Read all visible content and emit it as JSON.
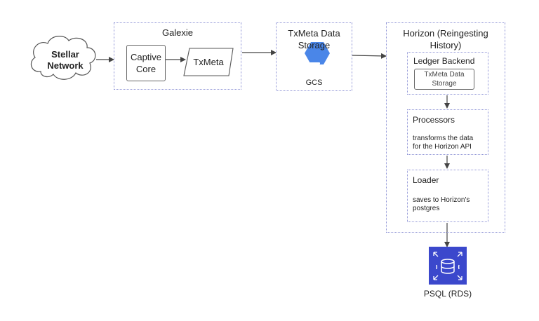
{
  "nodes": {
    "stellar_network": {
      "line1": "Stellar",
      "line2": "Network"
    },
    "galexie": {
      "title": "Galexie",
      "captive_core": {
        "line1": "Captive",
        "line2": "Core"
      },
      "txmeta": "TxMeta"
    },
    "txmeta_storage": {
      "title_line1": "TxMeta Data",
      "title_line2": "Storage",
      "service_label": "GCS"
    },
    "horizon": {
      "title_line1": "Horizon (Reingesting",
      "title_line2": "History)",
      "ledger_backend": {
        "title": "Ledger Backend",
        "inner_line1": "TxMeta Data",
        "inner_line2": "Storage"
      },
      "processors": {
        "title": "Processors",
        "desc_line1": "transforms the data",
        "desc_line2": "for the Horizon API"
      },
      "loader": {
        "title": "Loader",
        "desc_line1": "saves to Horizon's",
        "desc_line2": "postgres"
      }
    },
    "psql": {
      "label": "PSQL (RDS)"
    }
  },
  "colors": {
    "group_border": "#8f94d6",
    "gcs_blue": "#4a86e8",
    "rds_blue": "#3b48cc",
    "arrow": "#444444"
  },
  "icons": {
    "gcs": "google-cloud-storage-icon",
    "rds": "aws-rds-database-icon",
    "cloud": "cloud-shape"
  }
}
